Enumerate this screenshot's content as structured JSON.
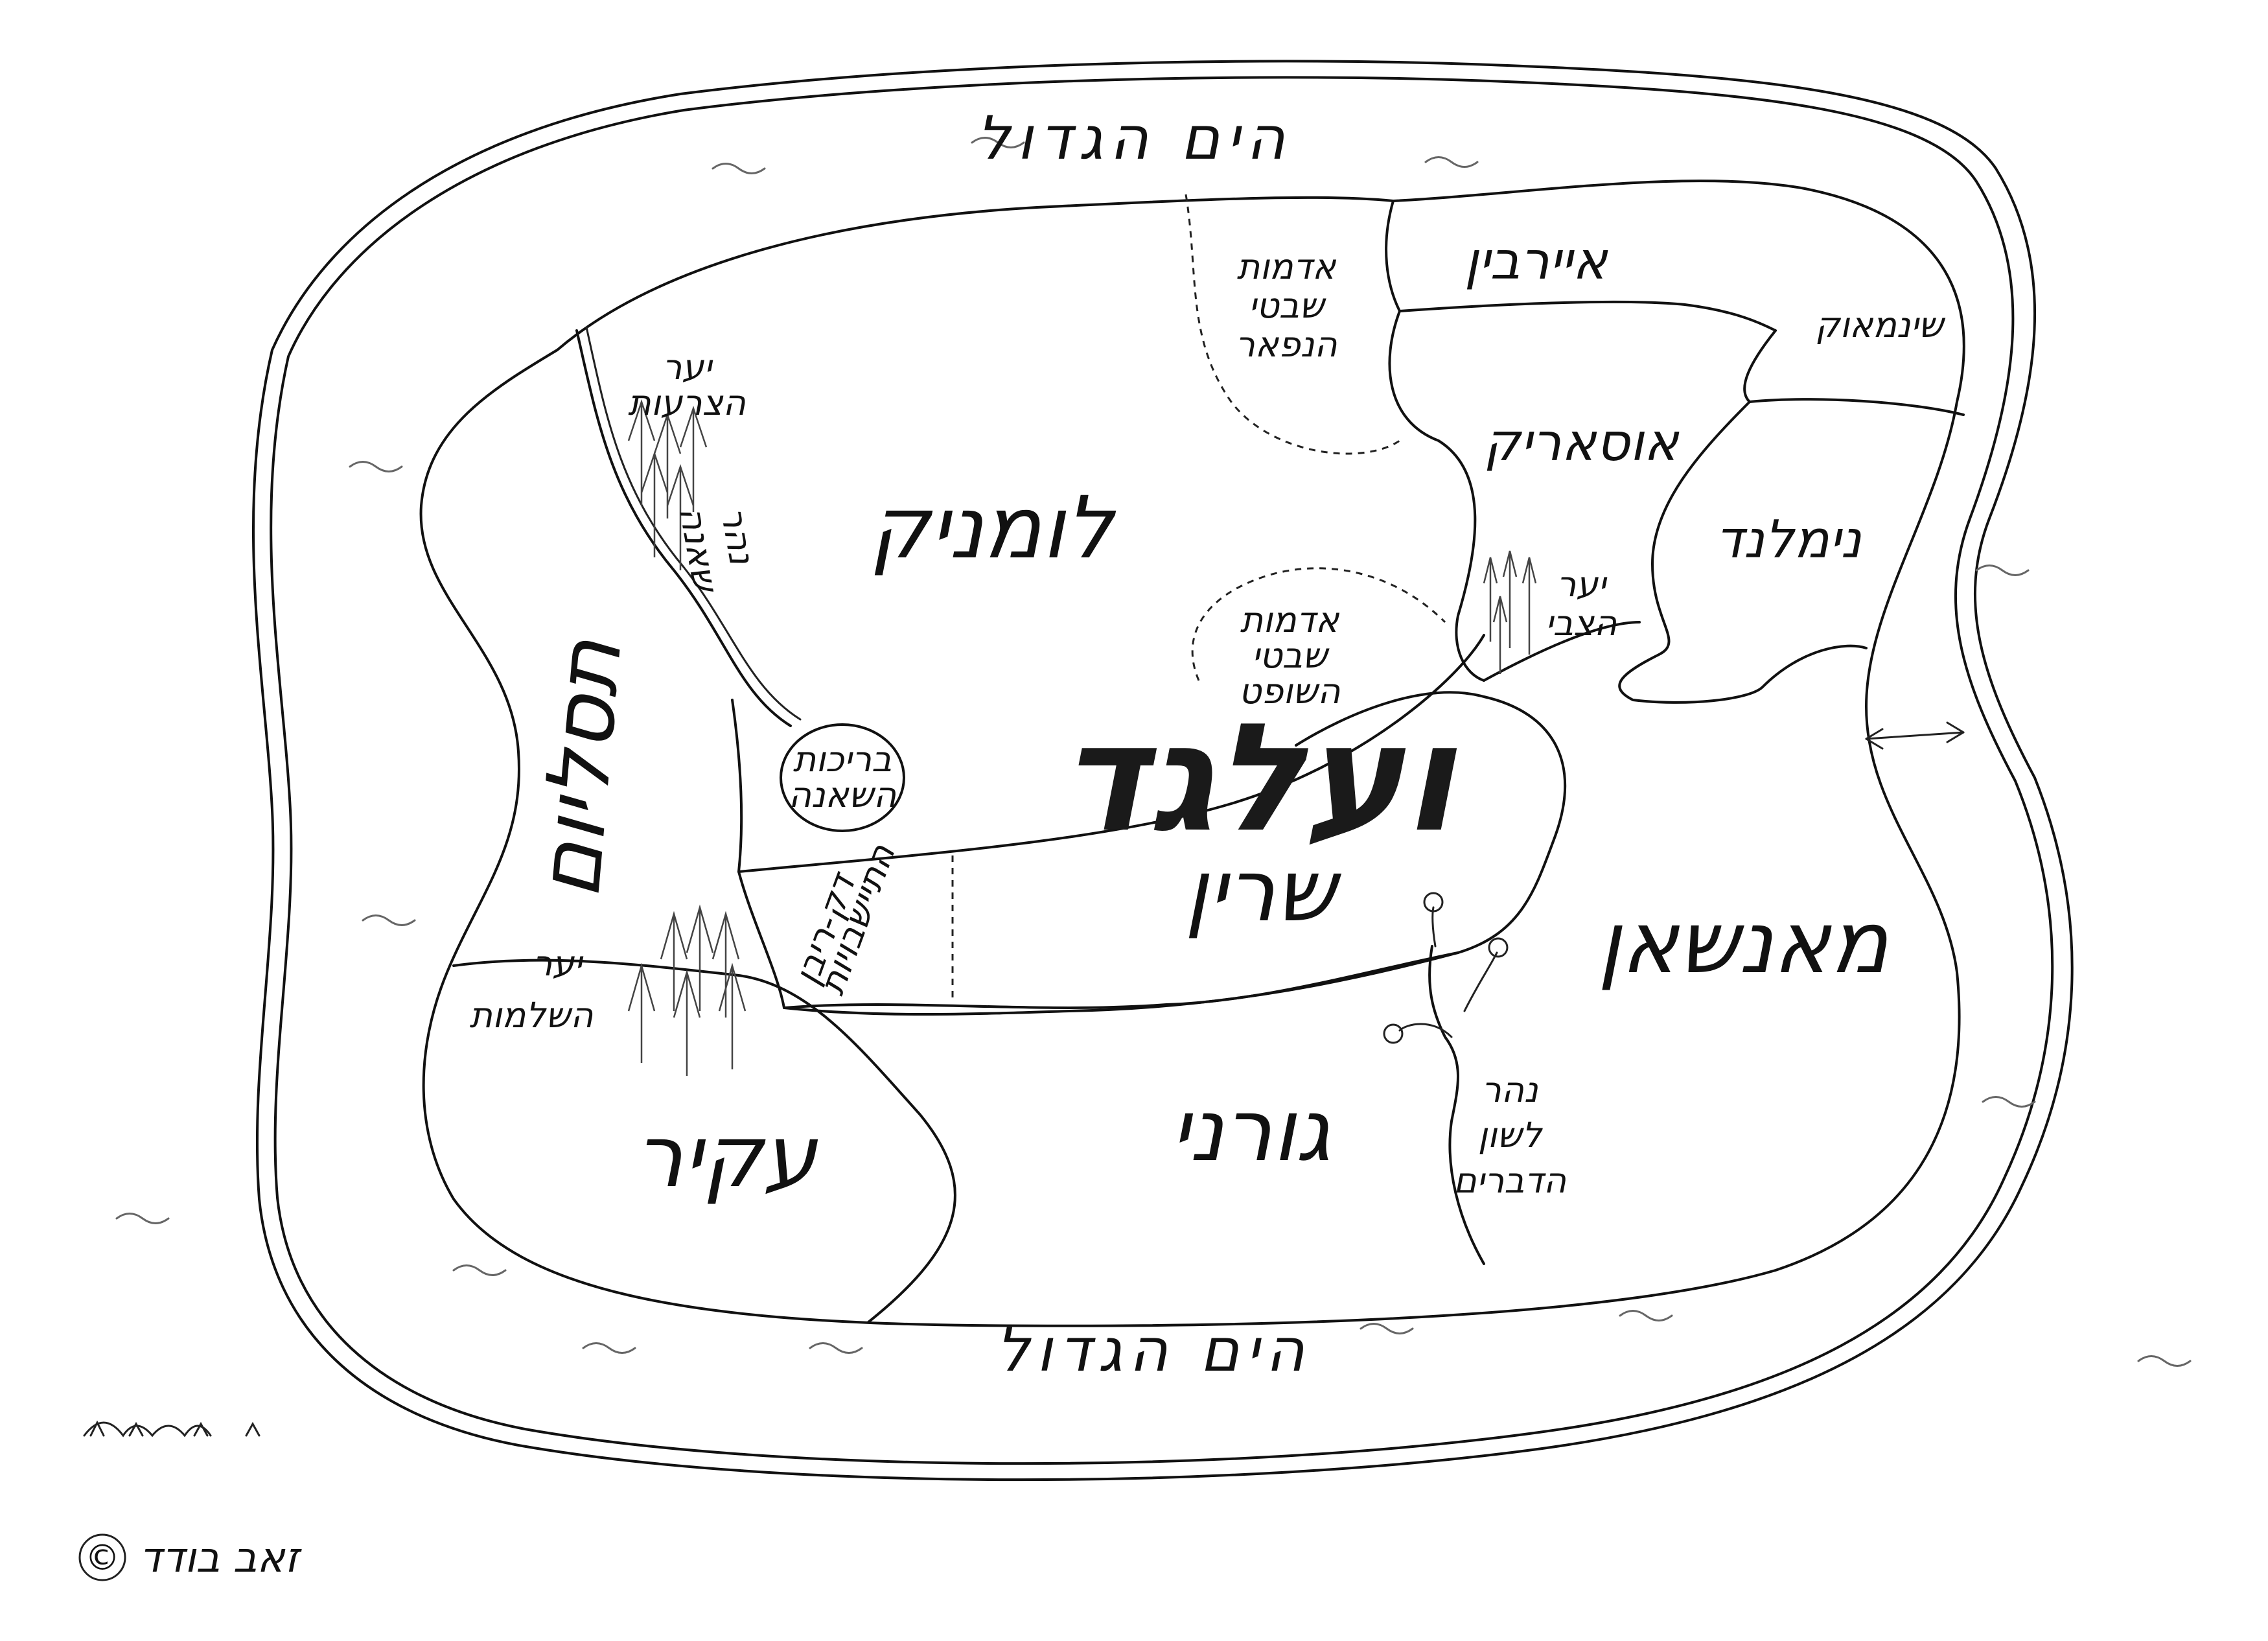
{
  "seas": {
    "top": "הים הגדול",
    "bottom": "הים הגדול"
  },
  "regions": {
    "center_title": "ועלגד",
    "center_sub": "שרין",
    "lomnik": "לומניק",
    "tasilyum": "תסליום",
    "akir": "עקיר",
    "gorni": "גורני",
    "maanvan": "מאנשאן",
    "airbin": "איירבין",
    "osarik": "אוסאריק",
    "nimland": "נימלנד",
    "shinmaok": "שינמאוק"
  },
  "labels": {
    "wastelands_north": [
      "אדמות",
      "שבטי",
      "הנפאר"
    ],
    "wastelands_center": [
      "אדמות",
      "שבטי",
      "השופט"
    ],
    "forest_hornets": [
      "יער",
      "הצרעות"
    ],
    "river_shaanah": [
      "נהר",
      "שאנה"
    ],
    "lakes_shaanah": [
      "בריכות",
      "השאנה"
    ],
    "settlements": [
      "התיישבויות",
      "דק-ריבן"
    ],
    "forest_peace": [
      "יער",
      "השלמות"
    ],
    "forest_tzvi": [
      "יער",
      "הצבי"
    ],
    "river_tongue": [
      "נהר",
      "לשון",
      "הדברים"
    ]
  },
  "signature": {
    "copyright": "©",
    "author": "זאב בודד"
  },
  "colors": {
    "ink": "#111111",
    "paper": "#ffffff",
    "waves": "#666666"
  }
}
